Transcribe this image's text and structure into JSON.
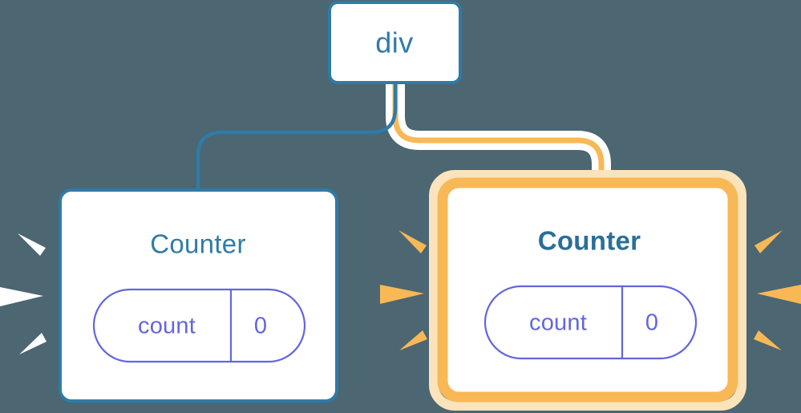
{
  "diagram": {
    "title": "React component tree re-render highlight",
    "background_color": "#4c6672",
    "nodes": {
      "root": {
        "label": "div",
        "border_color": "#2f7ba8",
        "fill": "#ffffff",
        "highlighted": false
      },
      "counter_left": {
        "label": "Counter",
        "border_color": "#2f7ba8",
        "fill": "#ffffff",
        "highlighted": false,
        "highlight_color": "#ffffff",
        "state": {
          "key": "count",
          "value": "0",
          "pill_color": "#6366dd"
        }
      },
      "counter_right": {
        "label": "Counter",
        "border_color": "#f9b856",
        "fill": "#ffffff",
        "highlighted": true,
        "highlight_color": "#f9b856",
        "glow_color": "#fbe3bb",
        "state": {
          "key": "count",
          "value": "0",
          "pill_color": "#6366dd"
        }
      }
    },
    "edges": [
      {
        "name": "edge-root-to-counter-left",
        "from": "root",
        "to": "counter_left",
        "color": "#2f7ba8",
        "highlighted": false
      },
      {
        "name": "edge-root-to-counter-right",
        "from": "root",
        "to": "counter_right",
        "color": "#f9b856",
        "halo_color": "#ffffff",
        "highlighted": true
      }
    ],
    "sparkles": [
      {
        "name": "sparkle-left-of-counter-left",
        "color": "#ffffff",
        "rays": 3
      },
      {
        "name": "sparkle-left-of-counter-right",
        "color": "#f9b856",
        "rays": 3
      },
      {
        "name": "sparkle-right-of-counter-right",
        "color": "#f9b856",
        "rays": 3
      }
    ]
  }
}
